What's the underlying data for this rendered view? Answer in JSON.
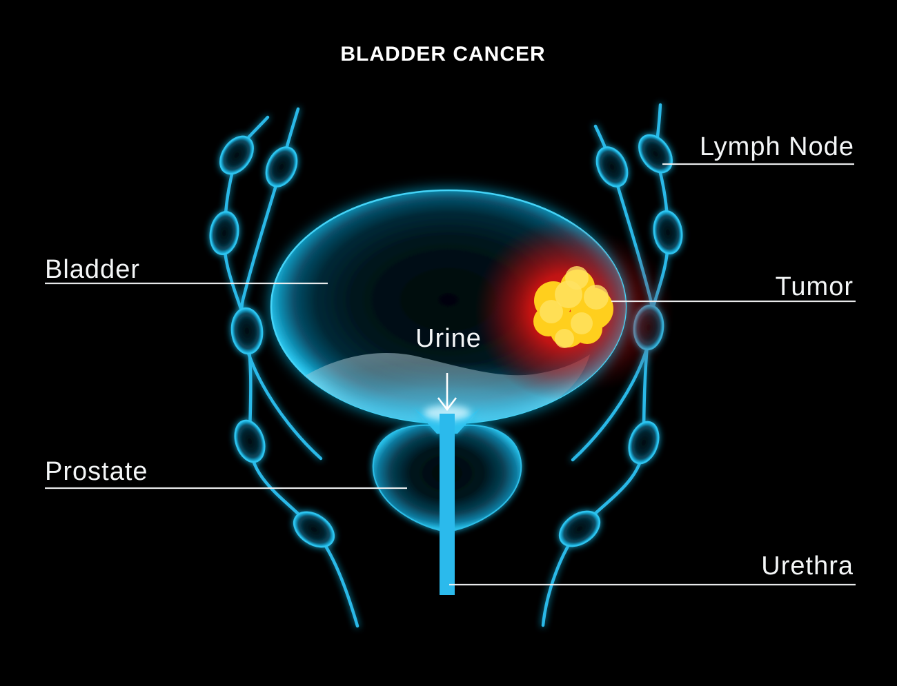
{
  "title": "BLADDER CANCER",
  "labels": {
    "lymph_node": "Lymph Node",
    "bladder": "Bladder",
    "tumor": "Tumor",
    "urine": "Urine",
    "prostate": "Prostate",
    "urethra": "Urethra"
  },
  "colors": {
    "background": "#000000",
    "anatomy_cyan": "#29b9e8",
    "solid_cyan": "#2bbaec",
    "rim_cyan": "#2cb9de",
    "tumor_yellow": "#ffcf1d",
    "tumor_highlight_yellow": "#ffe264",
    "tumor_glow_red": "#e11a14",
    "label_white": "#f4f6f7"
  }
}
